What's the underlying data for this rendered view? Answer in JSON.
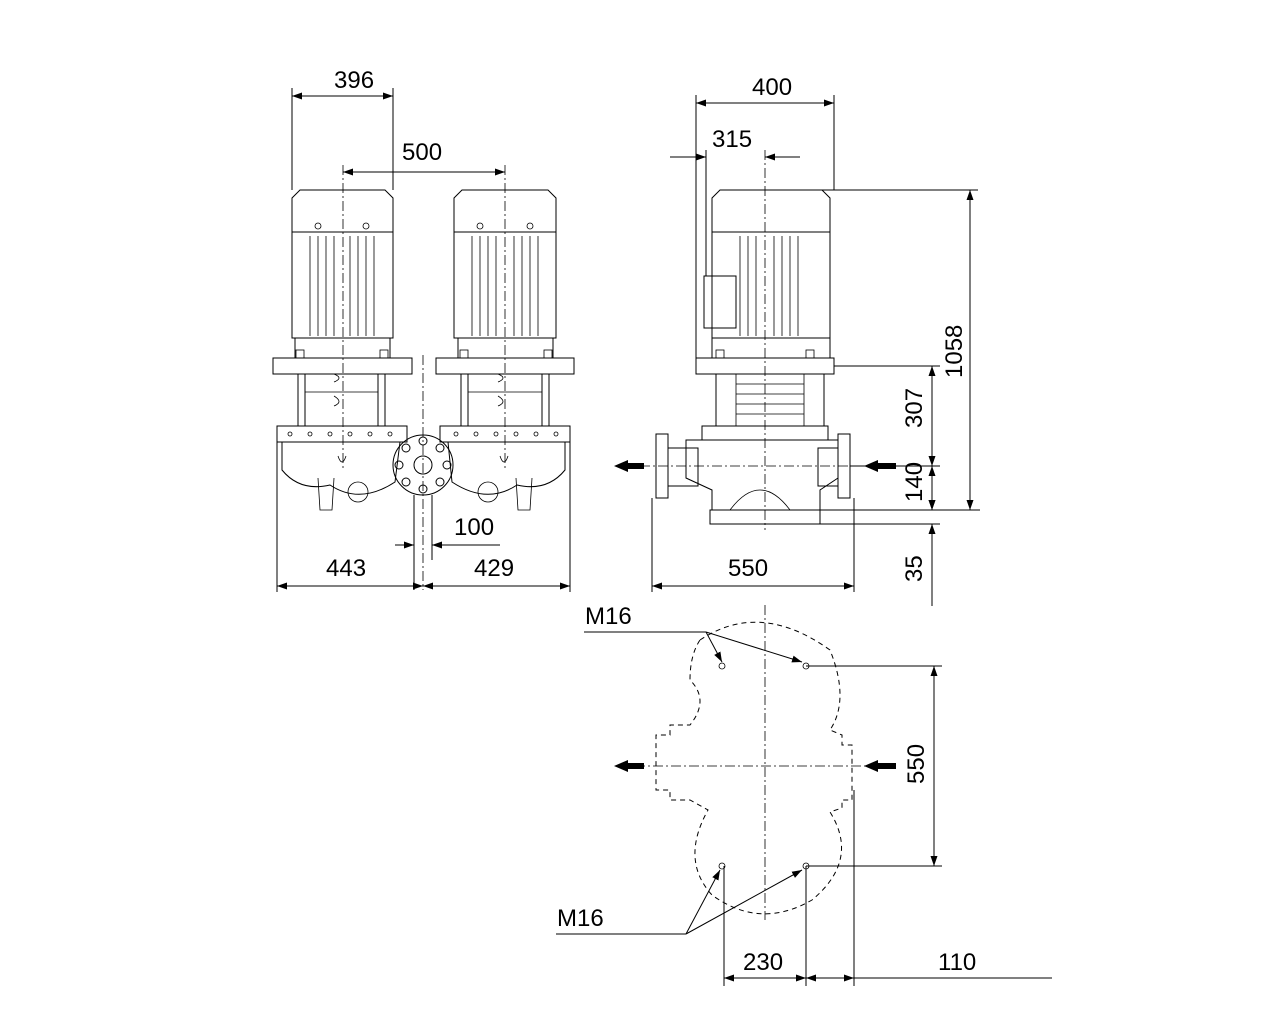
{
  "front_view": {
    "motor_width": "396",
    "motor_spacing": "500",
    "left_half_length": "443",
    "right_half_length": "429",
    "center_offset": "100"
  },
  "side_view": {
    "overall_width": "400",
    "motor_offset": "315",
    "overall_height": "1058",
    "coupling_height": "307",
    "base_to_flange": "140",
    "base_plate_height": "35",
    "port_to_port": "550"
  },
  "foundation_plan": {
    "bolt_top_label": "M16",
    "bolt_bottom_label": "M16",
    "bolt_spacing_vertical": "550",
    "bolt_spacing_horizontal": "230",
    "edge_offset": "110"
  }
}
